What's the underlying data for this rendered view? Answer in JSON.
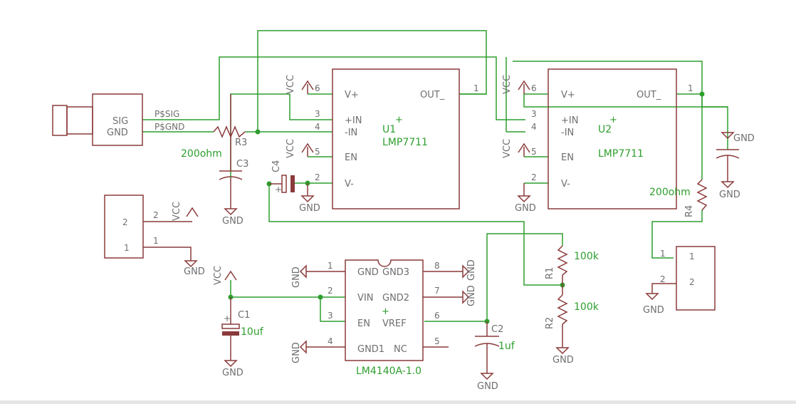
{
  "colors": {
    "part": "#8b3a3a",
    "net": "#2e9e2e",
    "label": "#6e6e6e"
  },
  "bnc": {
    "sig": "SIG",
    "gnd": "GND",
    "net_sig": "P$SIG",
    "net_gnd": "P$GND"
  },
  "u1": {
    "name": "U1",
    "value": "LMP7711",
    "pins": {
      "vplus": "V+",
      "inp": "+IN",
      "inm": "-IN",
      "en": "EN",
      "vminus": "V-",
      "out": "OUT_"
    },
    "nums": {
      "vplus": "6",
      "inp": "3",
      "inm": "4",
      "en": "5",
      "vminus": "2",
      "out": "1"
    }
  },
  "u2": {
    "name": "U2",
    "value": "LMP7711",
    "pins": {
      "vplus": "V+",
      "inp": "+IN",
      "inm": "-IN",
      "en": "EN",
      "vminus": "V-",
      "out": "OUT_"
    },
    "nums": {
      "vplus": "6",
      "inp": "3",
      "inm": "4",
      "en": "5",
      "vminus": "2",
      "out": "1"
    }
  },
  "u3": {
    "value": "LM4140A-1.0",
    "pins": {
      "gnd": "GND",
      "vin": "VIN",
      "en": "EN",
      "gnd1": "GND1",
      "gnd3": "GND3",
      "gnd2": "GND2",
      "vref": "VREF",
      "nc": "NC"
    },
    "nums": {
      "gnd": "1",
      "vin": "2",
      "en": "3",
      "gnd1": "4",
      "gnd3": "8",
      "gnd2": "7",
      "vref": "6",
      "nc": "5"
    }
  },
  "r1": {
    "name": "R1",
    "value": "100k"
  },
  "r2": {
    "name": "R2",
    "value": "100k"
  },
  "r3": {
    "name": "R3",
    "value": "200ohm"
  },
  "r4": {
    "name": "R4",
    "value": "200ohm"
  },
  "c1": {
    "name": "C1",
    "value": "10uf"
  },
  "c2": {
    "name": "C2",
    "value": "1uf"
  },
  "c3": {
    "name": "C3"
  },
  "c4": {
    "name": "C4"
  },
  "power": {
    "vcc": "VCC",
    "gnd": "GND"
  },
  "conn_left": {
    "pin2": "2",
    "pin1": "1"
  },
  "conn_right": {
    "pin1": "1",
    "pin2": "2"
  }
}
